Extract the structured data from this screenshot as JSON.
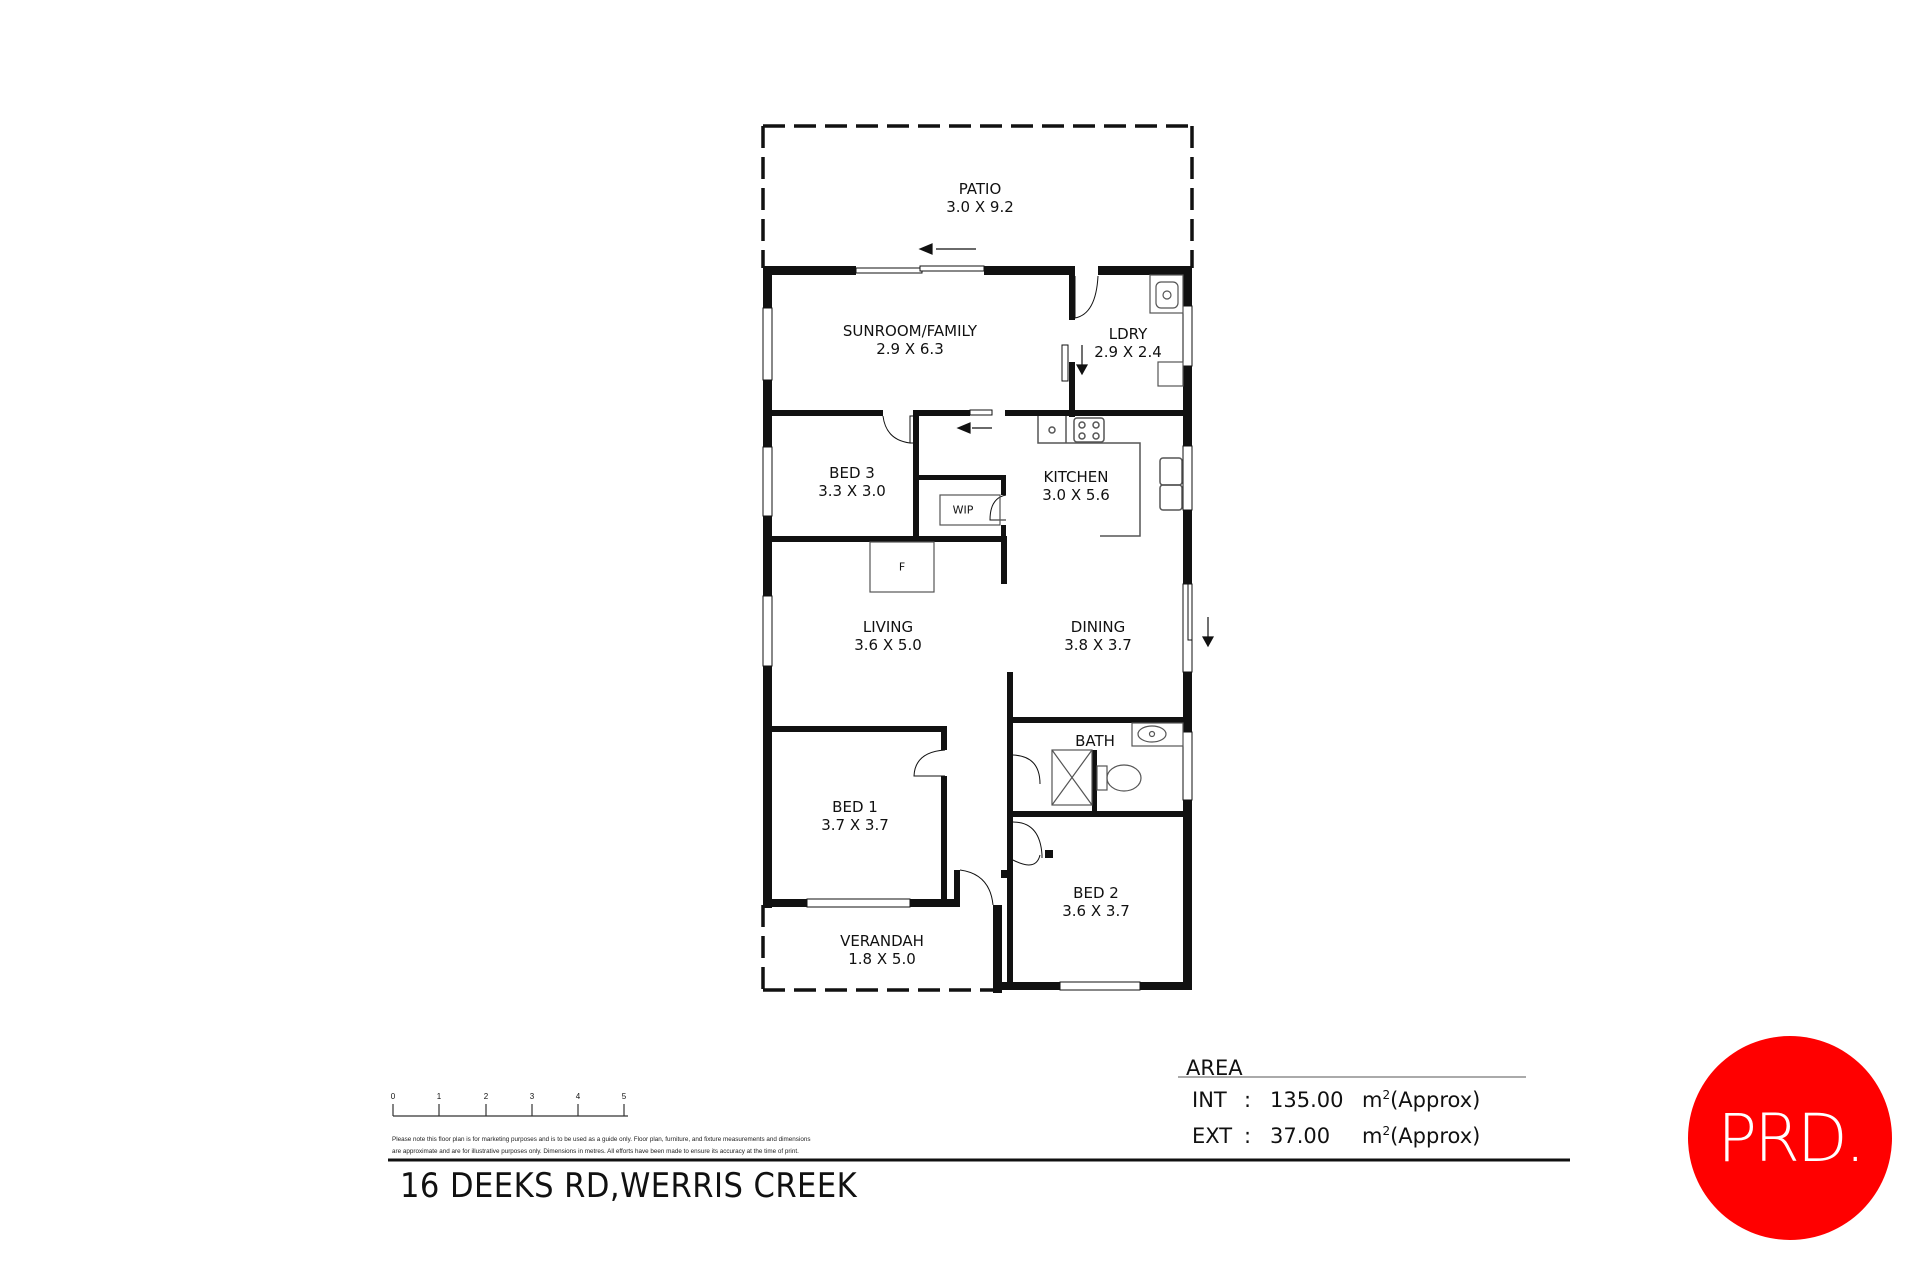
{
  "property": {
    "address": "16 DEEKS RD,WERRIS CREEK"
  },
  "rooms": [
    {
      "name": "PATIO",
      "dims": "3.0 X 9.2"
    },
    {
      "name": "SUNROOM/FAMILY",
      "dims": "2.9 X 6.3"
    },
    {
      "name": "LDRY",
      "dims": "2.9 X 2.4"
    },
    {
      "name": "BED 3",
      "dims": "3.3 X 3.0"
    },
    {
      "name": "KITCHEN",
      "dims": "3.0 X 5.6"
    },
    {
      "name": "LIVING",
      "dims": "3.6 X 5.0"
    },
    {
      "name": "DINING",
      "dims": "3.8 X 3.7"
    },
    {
      "name": "BATH",
      "dims": ""
    },
    {
      "name": "BED 1",
      "dims": "3.7 X 3.7"
    },
    {
      "name": "BED 2",
      "dims": "3.6 X 3.7"
    },
    {
      "name": "VERANDAH",
      "dims": "1.8 X 5.0"
    }
  ],
  "fixtures": {
    "wip": "WIP",
    "fireplace": "F"
  },
  "scale_bar": {
    "ticks": [
      "0",
      "1",
      "2",
      "3",
      "4",
      "5"
    ],
    "unit": "metres"
  },
  "disclaimer": {
    "line1": "Please note this floor plan is for marketing purposes and is to be used as a guide only. Floor plan, furniture, and fixture measurements and dimensions",
    "line2": "are approximate and are for illustrative purposes only. Dimensions in metres. All efforts have been made to ensure its accuracy at the time of print."
  },
  "area": {
    "title": "AREA",
    "rows": [
      {
        "key": "INT",
        "value": "135.00",
        "unit": "m",
        "unit_sup": "2",
        "note": "(Approx)"
      },
      {
        "key": "EXT",
        "value": "37.00",
        "unit": "m",
        "unit_sup": "2",
        "note": "(Approx)"
      }
    ]
  },
  "brand": {
    "logo_text": "PRD.",
    "color": "#ff0000"
  }
}
